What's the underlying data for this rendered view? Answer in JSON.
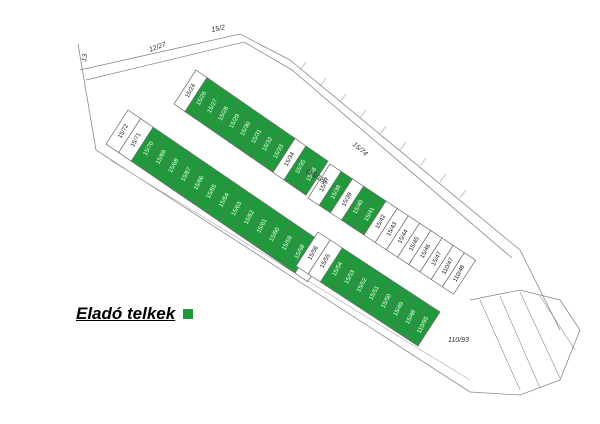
{
  "legend": {
    "title": "Eladó telkek",
    "swatch_color": "#1f9a3a"
  },
  "colors": {
    "for_sale": "#1f9a3a",
    "plot": "#ffffff",
    "line": "#6b6b6b",
    "label": "#111111"
  },
  "roads": [
    "12/27",
    "15/2",
    "13",
    "(15/18)",
    "15/74",
    "110/93"
  ],
  "rows": {
    "left_top": [
      {
        "id": "15/72",
        "for_sale": false
      },
      {
        "id": "15/71",
        "for_sale": false
      },
      {
        "id": "15/70",
        "for_sale": true
      },
      {
        "id": "15/69",
        "for_sale": true
      },
      {
        "id": "15/68",
        "for_sale": true
      },
      {
        "id": "15/67",
        "for_sale": true
      },
      {
        "id": "15/66",
        "for_sale": true
      },
      {
        "id": "15/65",
        "for_sale": true
      },
      {
        "id": "15/64",
        "for_sale": true
      },
      {
        "id": "15/63",
        "for_sale": true
      },
      {
        "id": "15/62",
        "for_sale": true
      },
      {
        "id": "15/61",
        "for_sale": true
      },
      {
        "id": "15/60",
        "for_sale": true
      },
      {
        "id": "15/59",
        "for_sale": true
      },
      {
        "id": "15/58",
        "for_sale": true
      },
      {
        "id": "15/57",
        "for_sale": false
      }
    ],
    "left_bottom": [
      {
        "id": "15/56",
        "for_sale": false
      },
      {
        "id": "15/55",
        "for_sale": false
      },
      {
        "id": "15/54",
        "for_sale": true
      },
      {
        "id": "15/53",
        "for_sale": true
      },
      {
        "id": "15/52",
        "for_sale": true
      },
      {
        "id": "15/51",
        "for_sale": true
      },
      {
        "id": "15/50",
        "for_sale": true
      },
      {
        "id": "15/49",
        "for_sale": true
      },
      {
        "id": "15/48",
        "for_sale": true
      },
      {
        "id": "110/95",
        "for_sale": true
      }
    ],
    "right_top": [
      {
        "id": "15/24",
        "for_sale": false
      },
      {
        "id": "15/26",
        "for_sale": true
      },
      {
        "id": "15/27",
        "for_sale": true
      },
      {
        "id": "15/28",
        "for_sale": true
      },
      {
        "id": "15/29",
        "for_sale": true
      },
      {
        "id": "15/30",
        "for_sale": true
      },
      {
        "id": "15/31",
        "for_sale": true
      },
      {
        "id": "15/32",
        "for_sale": true
      },
      {
        "id": "15/33",
        "for_sale": true
      },
      {
        "id": "15/34",
        "for_sale": false
      },
      {
        "id": "15/35",
        "for_sale": true
      },
      {
        "id": "15/36",
        "for_sale": true
      }
    ],
    "right_bottom": [
      {
        "id": "15/37",
        "for_sale": false
      },
      {
        "id": "15/38",
        "for_sale": true
      },
      {
        "id": "15/39",
        "for_sale": false
      },
      {
        "id": "15/40",
        "for_sale": true
      },
      {
        "id": "15/41",
        "for_sale": true
      },
      {
        "id": "15/42",
        "for_sale": false
      },
      {
        "id": "15/43",
        "for_sale": false
      },
      {
        "id": "15/44",
        "for_sale": false
      },
      {
        "id": "15/45",
        "for_sale": false
      },
      {
        "id": "15/46",
        "for_sale": false
      },
      {
        "id": "15/47",
        "for_sale": false
      },
      {
        "id": "110/47",
        "for_sale": false
      },
      {
        "id": "110/48",
        "for_sale": false
      }
    ]
  }
}
